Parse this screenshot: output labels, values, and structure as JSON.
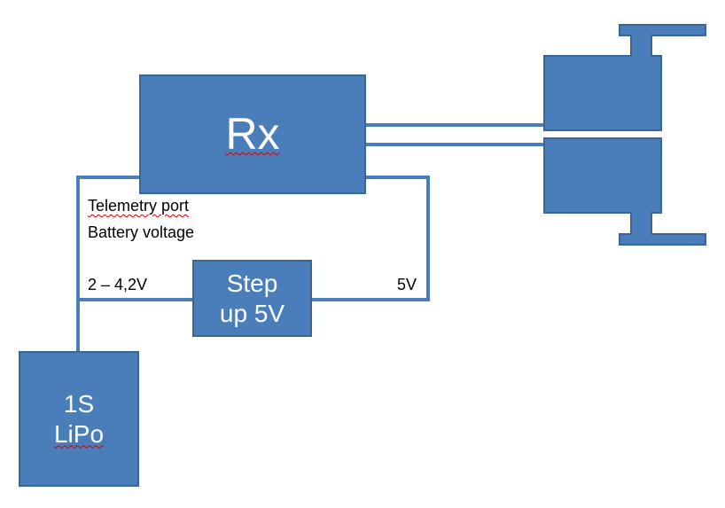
{
  "colors": {
    "box_fill": "#4a7ebb",
    "box_stroke": "#3a6595",
    "wire": "#4a7ebb",
    "label_text": "#ffffff",
    "note_text": "#000000"
  },
  "blocks": {
    "rx": {
      "label": "Rx"
    },
    "step_up": {
      "line1": "Step",
      "line2": "up 5V"
    },
    "lipo": {
      "line1": "1S",
      "line2": "LiPo"
    },
    "servos": {
      "count": 2
    }
  },
  "notes": {
    "telemetry_line1": "Telemetry port",
    "telemetry_line2": "Battery voltage",
    "input_voltage": "2 – 4,2V",
    "output_voltage": "5V"
  }
}
